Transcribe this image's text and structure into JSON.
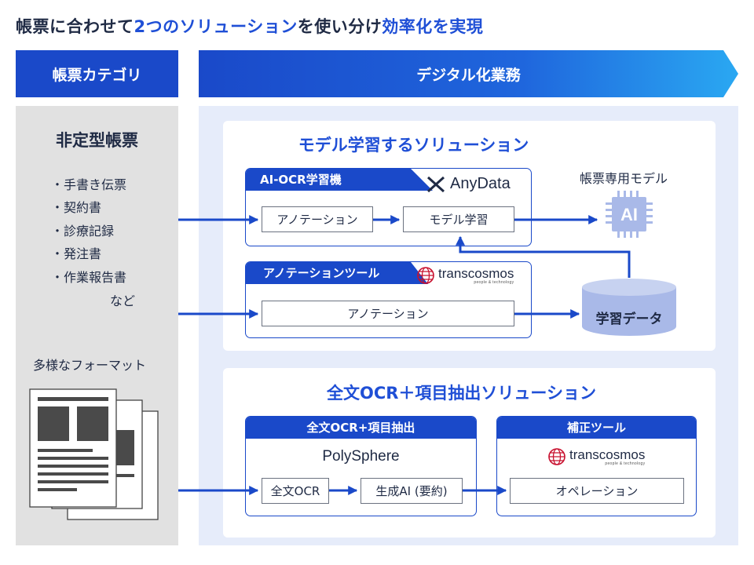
{
  "title": {
    "part1": "帳票に合わせて",
    "part2": "2つのソリューション",
    "part3": "を使い分け",
    "part4": "効率化を実現"
  },
  "headers": {
    "category": "帳票カテゴリ",
    "dx": "デジタル化業務"
  },
  "left": {
    "title": "非定型帳票",
    "items": [
      "・手書き伝票",
      "・契約書",
      "・診療記録",
      "・発注書",
      "・作業報告書"
    ],
    "etc": "など",
    "formats_label": "多様なフォーマット"
  },
  "panel1": {
    "title": "モデル学習するソリューション",
    "box_learning": {
      "header": "AI-OCR学習機",
      "brand": "AnyData",
      "step1": "アノテーション",
      "step2": "モデル学習"
    },
    "box_annotation": {
      "header": "アノテーションツール",
      "brand": "transcosmos",
      "brand_sub": "people & technology",
      "step": "アノテーション"
    },
    "model_label": "帳票専用モデル",
    "chip_text": "AI",
    "db_label": "学習データ"
  },
  "panel2": {
    "title": "全文OCR＋項目抽出ソリューション",
    "box_ocr": {
      "header": "全文OCR+項目抽出",
      "brand": "PolySphere",
      "step1": "全文OCR",
      "step2": "生成AI (要約)"
    },
    "box_correction": {
      "header": "補正ツール",
      "brand": "transcosmos",
      "brand_sub": "people & technology",
      "step": "オペレーション"
    }
  },
  "colors": {
    "primary": "#1a49c9",
    "accent_text": "#1f4fd6",
    "light_bg": "#e6ecfa",
    "gray_bg": "#e1e1e1",
    "chip": "#a9b9e8"
  }
}
